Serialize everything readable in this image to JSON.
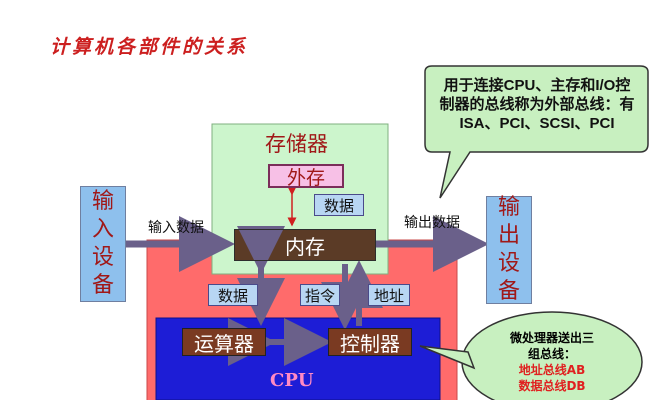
{
  "title": "计算机各部件的关系",
  "memory": {
    "label": "存储器",
    "external": "外存",
    "main": "内存"
  },
  "io": {
    "input_device": [
      "输",
      "入",
      "设",
      "备"
    ],
    "output_device": [
      "输",
      "出",
      "设",
      "备"
    ],
    "input_data_label": "输入数据",
    "output_data_label": "输出数据"
  },
  "chips": {
    "data_top": "数据",
    "data_left": "数据",
    "instruction": "指令",
    "address": "地址"
  },
  "cpu": {
    "alu": "运算器",
    "controller": "控制器",
    "label": "CPU"
  },
  "callout_external_bus": {
    "lines": [
      "用于连接CPU、主存和I/O控",
      "制器的总线称为外部总线：有",
      "ISA、PCI、SCSI、PCI"
    ]
  },
  "callout_cpu_bus": {
    "lines": [
      "微处理器送出三",
      "组总线：",
      "地址总线AB",
      "数据总线DB"
    ]
  },
  "colors": {
    "title": "#cc1f1f",
    "memory_bg": "#ccf5cc",
    "cpu_outer": "#ff6b6b",
    "cpu_inner": "#1d1dd6",
    "unit_bg": "#7a3a22",
    "device_bg": "#8ec0ed",
    "callout_bg": "#c8f0c0",
    "arrow": "#6a608a"
  }
}
